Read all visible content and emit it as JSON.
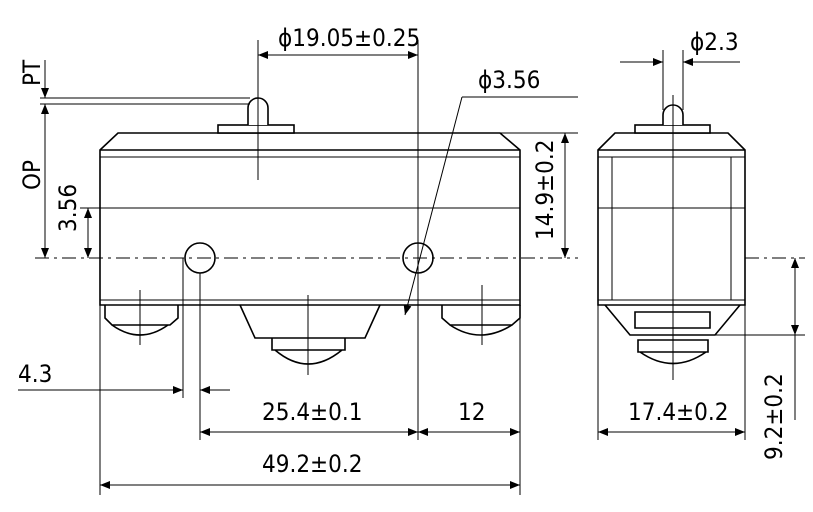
{
  "drawing": {
    "labels": {
      "pt": "PT",
      "op": "OP",
      "op_offset": "3.56",
      "roller_pitch": "ϕ19.05±0.25",
      "hole_dia": "ϕ3.56",
      "side_plunger_dia": "ϕ2.3",
      "body_height": "14.9±0.2",
      "left_offset": "4.3",
      "hole_spacing": "25.4±0.1",
      "right_spacing": "12",
      "total_length": "49.2±0.2",
      "side_width": "17.4±0.2",
      "terminal_depth": "9.2±0.2"
    }
  }
}
